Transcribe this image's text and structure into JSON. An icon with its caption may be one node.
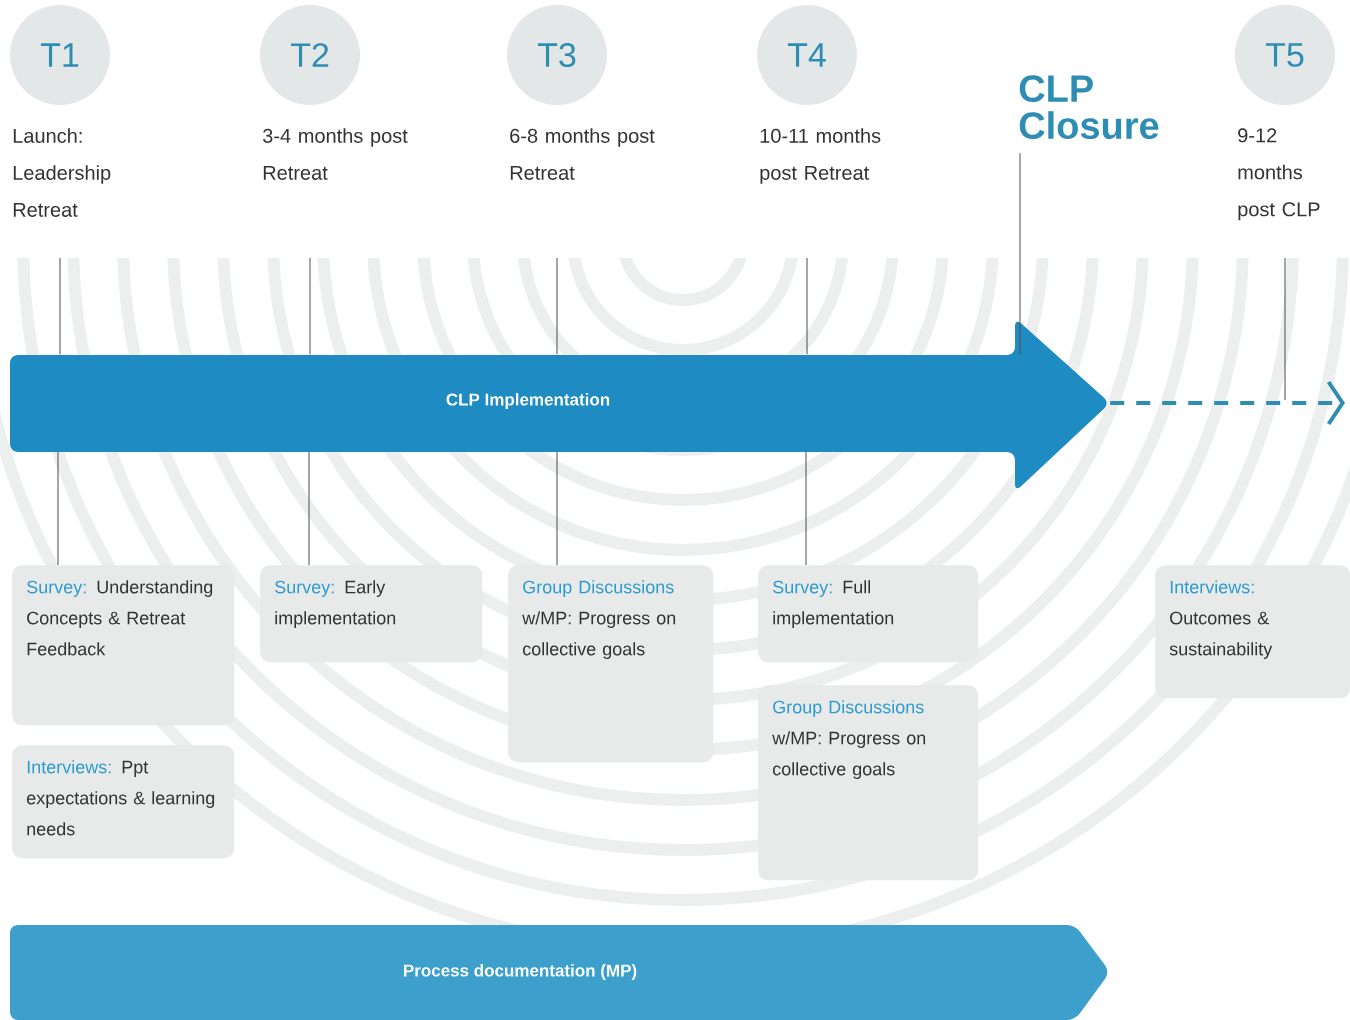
{
  "diagram": {
    "nodes": [
      {
        "text": [
          "T1"
        ],
        "beside": [
          "Launch: Leadership Retreat"
        ]
      },
      {
        "text": [
          "T2"
        ],
        "beside": [
          "3-4 months post Retreat"
        ]
      },
      {
        "text": [
          "T3"
        ],
        "beside": [
          "6-8 months post Retreat"
        ]
      },
      {
        "text": [
          "T4"
        ],
        "beside": [
          "10-11 months post Retreat"
        ]
      },
      {
        "text": [
          "T5"
        ],
        "beside": [
          "9-12 months post CLP"
        ]
      },
      {
        "text": [
          "CLP Closure"
        ]
      },
      {
        "text": [
          "CLP Implementation"
        ]
      },
      {
        "text": [
          "Survey:",
          "Understanding Concepts & Retreat Feedback"
        ]
      },
      {
        "text": [
          "Interviews:",
          "Ppt expectations & learning needs"
        ]
      },
      {
        "text": [
          "Survey:",
          "Early implementation"
        ]
      },
      {
        "text": [
          "Group Discussions",
          "w/MP: Progress on collective goals"
        ]
      },
      {
        "text": [
          "Survey:",
          "Full implementation"
        ]
      },
      {
        "text": [
          "Group Discussions",
          "w/MP: Progress on collective goals"
        ]
      },
      {
        "text": [
          "Interviews:",
          "Outcomes & sustainability"
        ]
      },
      {
        "text": [
          "Process documentation (MP)"
        ]
      }
    ],
    "edges": [
      {
        "from": 0,
        "to": 6,
        "arrow": "none"
      },
      {
        "from": 6,
        "to": 7,
        "arrow": "none"
      },
      {
        "from": 1,
        "to": 6,
        "arrow": "none"
      },
      {
        "from": 6,
        "to": 9,
        "arrow": "none"
      },
      {
        "from": 2,
        "to": 6,
        "arrow": "none"
      },
      {
        "from": 6,
        "to": 10,
        "arrow": "none"
      },
      {
        "from": 3,
        "to": 6,
        "arrow": "none"
      },
      {
        "from": 6,
        "to": 11,
        "arrow": "none"
      },
      {
        "from": 5,
        "to": 6,
        "arrow": "none"
      },
      {
        "from": 4,
        "to": null,
        "arrow": "none"
      },
      {
        "from": 6,
        "to": null,
        "arrow": "to",
        "style": "dashed",
        "color": "#2e8db3"
      }
    ]
  }
}
